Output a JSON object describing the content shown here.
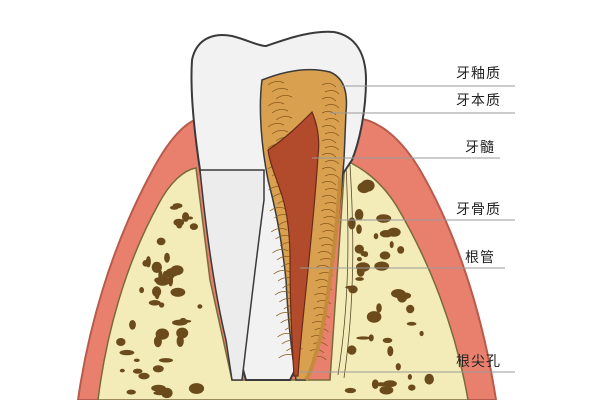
{
  "labels": {
    "enamel": "牙釉质",
    "dentin": "牙本质",
    "pulp": "牙髓",
    "cementum": "牙骨质",
    "root_canal": "根管",
    "apical_foramen": "根尖孔"
  },
  "colors": {
    "gum": "#e9806e",
    "gum_edge": "#b85a4c",
    "bone": "#f3ecb8",
    "bone_cell": "#6b4a1c",
    "enamel": "#f2f2f2",
    "dentin": "#d9a04f",
    "pulp": "#b24a2c",
    "outline": "#3a3a3a",
    "leader": "#9a9a9a"
  }
}
